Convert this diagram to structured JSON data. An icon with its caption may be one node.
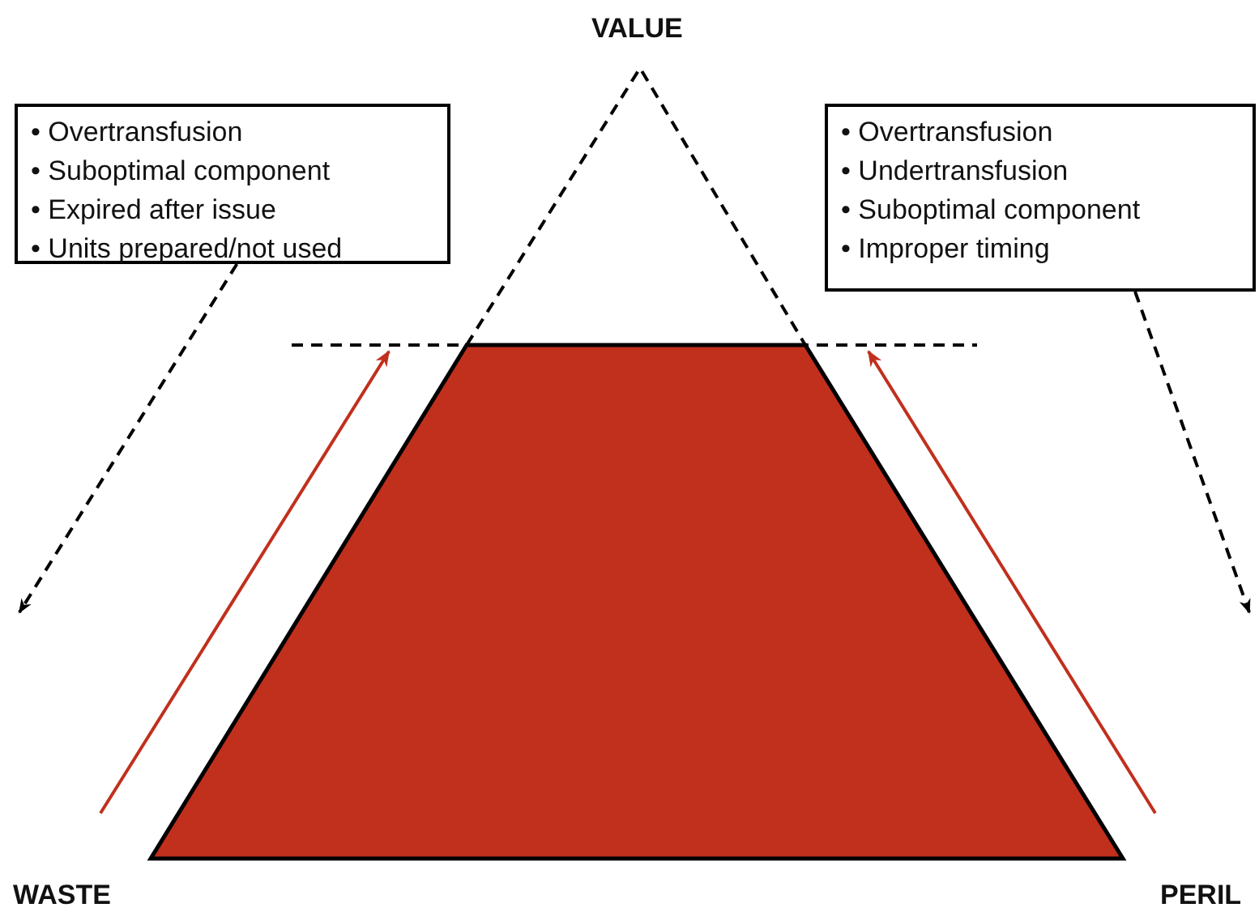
{
  "diagram": {
    "nodes": [
      {
        "text": [
          "• Overtransfusion",
          "• Suboptimal component",
          "• Expired after issue",
          "• Units prepared/not used"
        ]
      },
      {
        "text": [
          "• Overtransfusion",
          "• Undertransfusion",
          "• Suboptimal component",
          "• Improper timing"
        ]
      },
      {
        "text": [],
        "shape": "trapezoid"
      },
      {
        "text": [
          "VALUE"
        ]
      },
      {
        "text": [
          "WASTE"
        ]
      },
      {
        "text": [
          "PERIL"
        ]
      }
    ],
    "edges": [
      {
        "from": 0,
        "to": null,
        "arrow": "to",
        "style": "dashed"
      },
      {
        "from": 1,
        "to": null,
        "arrow": "to",
        "style": "dashed"
      }
    ]
  }
}
